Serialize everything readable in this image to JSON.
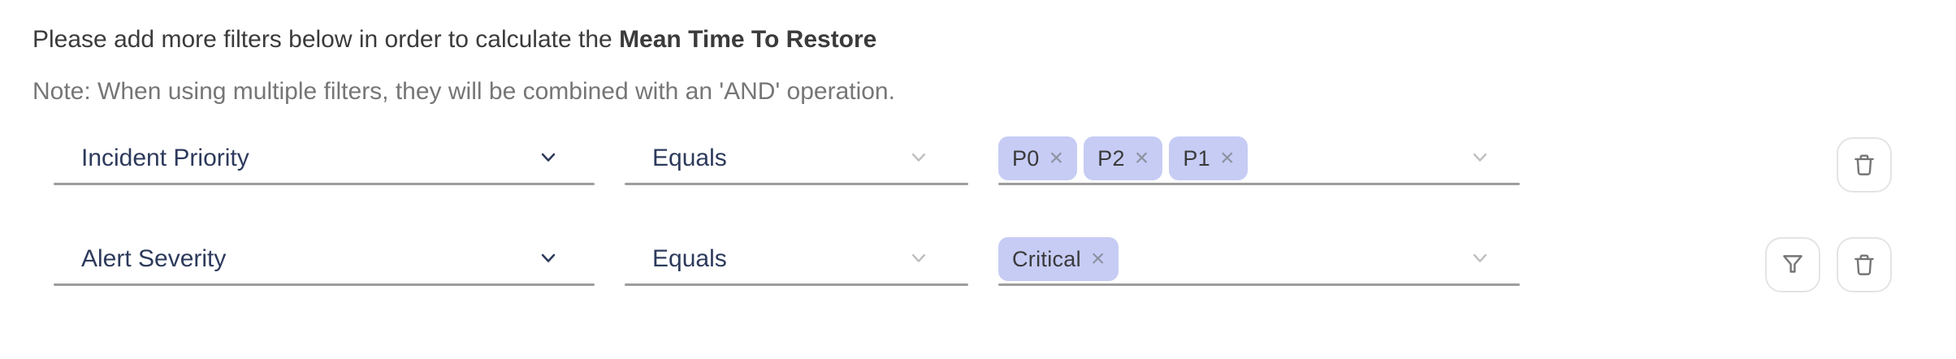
{
  "header": {
    "intro_text": "Please add more filters below in order to calculate the ",
    "metric_name": "Mean Time To Restore",
    "note": "Note: When using multiple filters, they will be combined with an 'AND' operation."
  },
  "filters": [
    {
      "attribute": "Incident Priority",
      "operator": "Equals",
      "values": [
        "P0",
        "P2",
        "P1"
      ]
    },
    {
      "attribute": "Alert Severity",
      "operator": "Equals",
      "values": [
        "Critical"
      ]
    }
  ],
  "ui": {
    "remove_glyph": "×"
  },
  "colors": {
    "heading_text": "#3b3b3b",
    "note_text": "#767676",
    "field_text": "#2d3a5c",
    "underline": "#9d9d9d",
    "tag_bg": "#c6ccf4",
    "tag_text": "#3a3a3a",
    "tag_x": "#8c92a0",
    "muted_chevron": "#bcbcbc",
    "muted_icon": "#757575",
    "btn_border": "#e4e4e6"
  }
}
